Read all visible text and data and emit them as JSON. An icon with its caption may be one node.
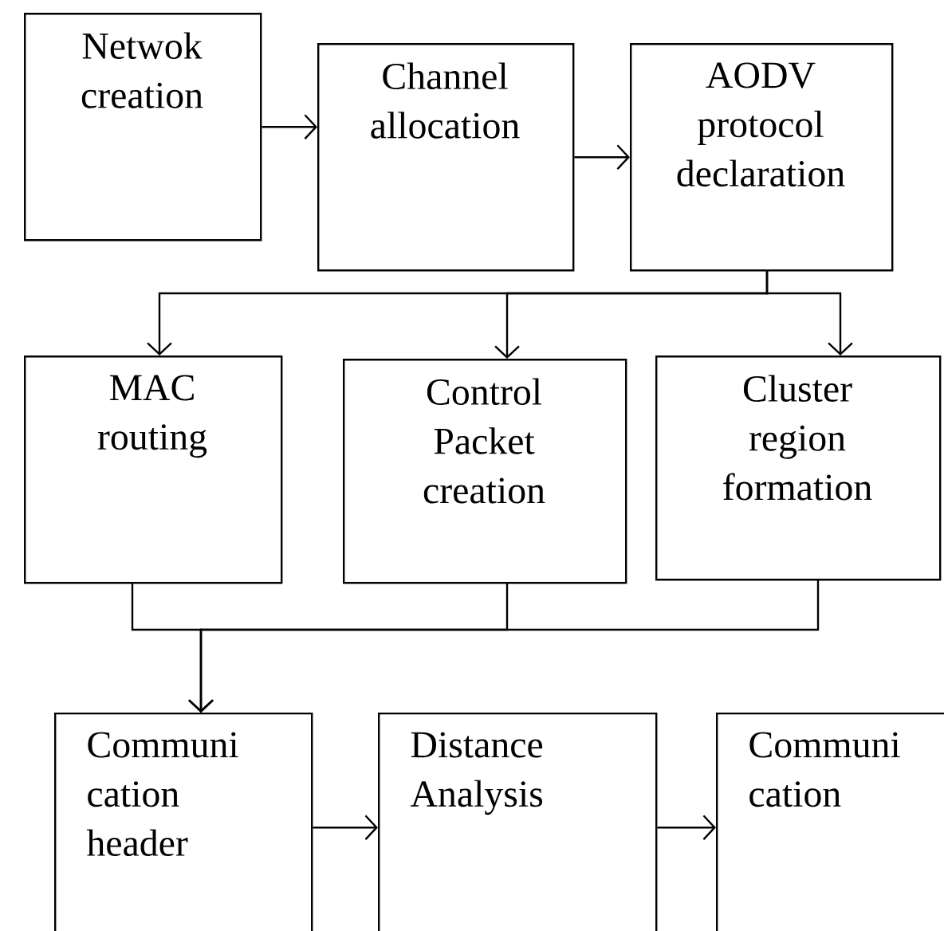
{
  "diagram": {
    "nodes": [
      {
        "text": [
          "Netwok creation"
        ]
      },
      {
        "text": [
          "Channel allocation"
        ]
      },
      {
        "text": [
          "AODV protocol declaration"
        ]
      },
      {
        "text": [
          "MAC routing"
        ]
      },
      {
        "text": [
          "Control Packet creation"
        ]
      },
      {
        "text": [
          "Cluster region formation"
        ]
      },
      {
        "text": [
          "Communi cation header"
        ]
      },
      {
        "text": [
          "Distance Analysis"
        ]
      },
      {
        "text": [
          "Communi cation"
        ]
      }
    ],
    "edges": [
      {
        "from": 0,
        "to": 1,
        "arrow": "to"
      },
      {
        "from": 1,
        "to": 2,
        "arrow": "to"
      },
      {
        "from": 2,
        "to": 3,
        "arrow": "to"
      },
      {
        "from": 2,
        "to": 4,
        "arrow": "to"
      },
      {
        "from": 2,
        "to": 5,
        "arrow": "to"
      },
      {
        "from": 3,
        "to": 6,
        "arrow": "to"
      },
      {
        "from": 4,
        "to": 6,
        "arrow": "to"
      },
      {
        "from": 5,
        "to": 6,
        "arrow": "to"
      },
      {
        "from": 6,
        "to": 7,
        "arrow": "to"
      },
      {
        "from": 7,
        "to": 8,
        "arrow": "to"
      }
    ]
  }
}
